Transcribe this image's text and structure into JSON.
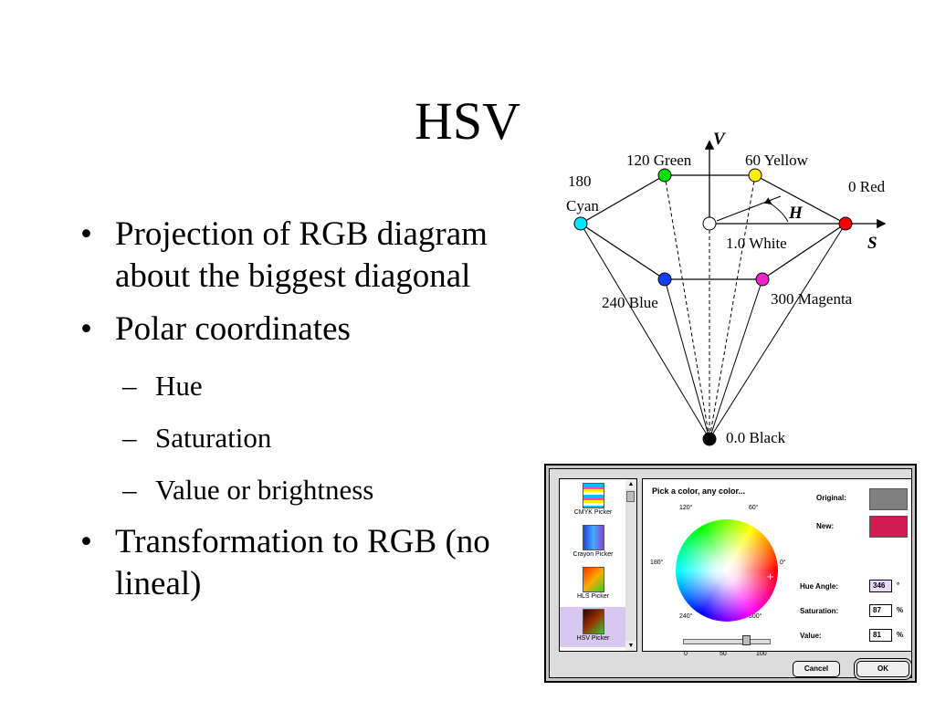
{
  "slide": {
    "title": "HSV",
    "bullets": [
      "Projection of RGB diagram about  the biggest diagonal",
      "Polar coordinates",
      "Transformation to RGB (no lineal)"
    ],
    "sub_bullets": [
      "Hue",
      "Saturation",
      "Value or brightness"
    ]
  },
  "diagram": {
    "axis_v": "V",
    "axis_s": "S",
    "axis_h": "H",
    "labels": {
      "red": "0 Red",
      "yellow": "60 Yellow",
      "green": "120 Green",
      "cyan_num": "180",
      "cyan_name": "Cyan",
      "blue": "240 Blue",
      "magenta": "300 Magenta",
      "white": "1.0 White",
      "black": "0.0 Black"
    },
    "colors": {
      "red": "#ff0000",
      "yellow": "#ffee00",
      "green": "#00dd00",
      "cyan": "#00e5ff",
      "blue": "#1040ff",
      "magenta": "#ee22cc",
      "white": "#ffffff",
      "black": "#000000"
    }
  },
  "picker": {
    "list": [
      {
        "label": "CMYK Picker",
        "icon": "cmyk-picker-icon"
      },
      {
        "label": "Crayon Picker",
        "icon": "crayon-picker-icon"
      },
      {
        "label": "HLS Picker",
        "icon": "hls-picker-icon"
      },
      {
        "label": "HSV Picker",
        "icon": "hsv-picker-icon",
        "selected": true
      }
    ],
    "prompt": "Pick a color, any color...",
    "wheel_degrees": {
      "d120": "120°",
      "d60": "60°",
      "d180": "180°",
      "d0": "0°",
      "d240": "240°",
      "d300": "300°"
    },
    "slider_ticks": [
      "0",
      "50",
      "100"
    ],
    "value_slider": 81,
    "original_label": "Original:",
    "new_label": "New:",
    "original_color": "#808080",
    "new_color": "#d01c50",
    "hue_label": "Hue Angle:",
    "hue_value": "346",
    "hue_unit": "°",
    "sat_label": "Saturation:",
    "sat_value": "87",
    "sat_unit": "%",
    "val_label": "Value:",
    "val_value": "81",
    "val_unit": "%",
    "cancel": "Cancel",
    "ok": "OK"
  }
}
